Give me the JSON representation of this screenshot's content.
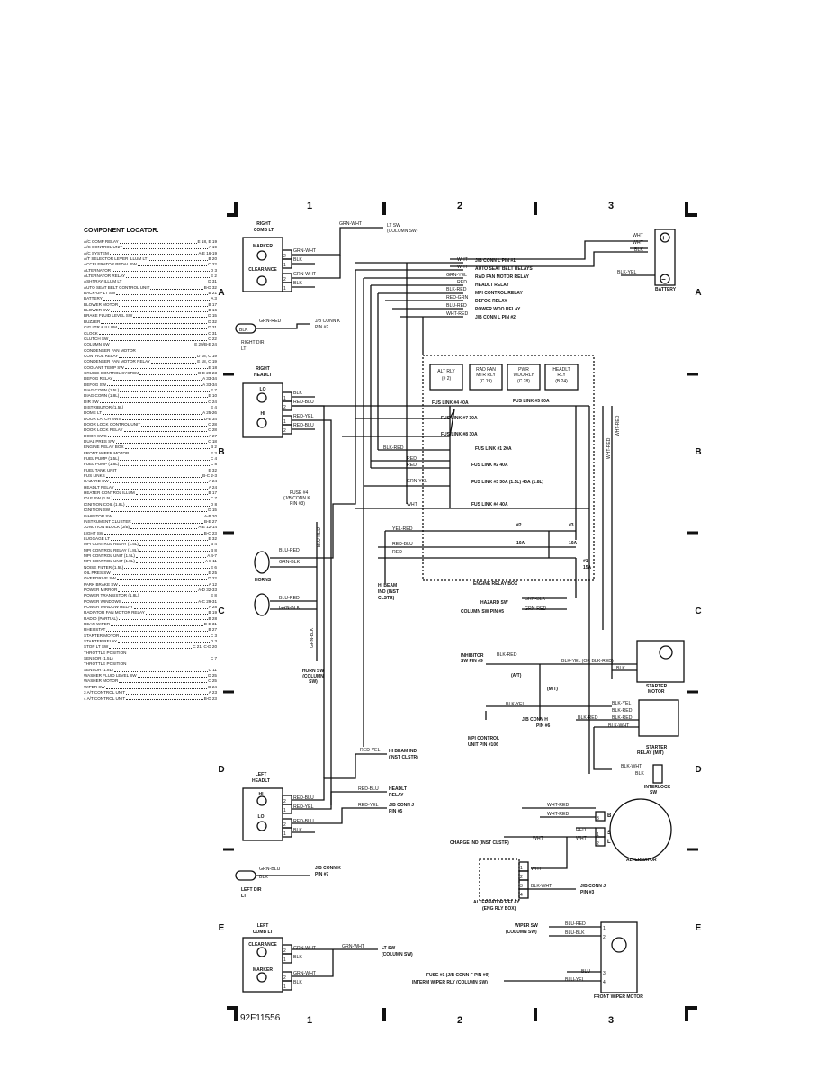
{
  "diagram_code": "92F11556",
  "grid": {
    "columns": [
      "1",
      "2",
      "3"
    ],
    "rows": [
      "A",
      "B",
      "C",
      "D",
      "E"
    ]
  },
  "locator": {
    "title": "COMPONENT LOCATOR:",
    "items": [
      {
        "name": "A/C COMP RELAY",
        "grid": "E 18, E 19"
      },
      {
        "name": "A/C CONTROL UNIT",
        "grid": "A 19"
      },
      {
        "name": "A/C SYSTEM",
        "grid": "A-E 16-19"
      },
      {
        "name": "A/T SELECTOR LEVER ILLUM LT",
        "grid": "B 20"
      },
      {
        "name": "ACCELERATOR PEDAL SW",
        "grid": "C 22"
      },
      {
        "name": "ALTERNATOR",
        "grid": "D 3"
      },
      {
        "name": "ALTERNATOR RELAY",
        "grid": "E 2"
      },
      {
        "name": "ASHTRAY ILLUM LT",
        "grid": "D 31"
      },
      {
        "name": "AUTO SEAT BELT CONTROL UNIT",
        "grid": "B-D 32"
      },
      {
        "name": "BACK-UP LT SW",
        "grid": "B 21"
      },
      {
        "name": "BATTERY",
        "grid": "A 3"
      },
      {
        "name": "BLOWER MOTOR",
        "grid": "B 17"
      },
      {
        "name": "BLOWER SW",
        "grid": "B 16"
      },
      {
        "name": "BRAKE FLUID LEVEL SW",
        "grid": "D 15"
      },
      {
        "name": "BUZZER",
        "grid": "D 32"
      },
      {
        "name": "CIG LTR & ILLUM",
        "grid": "D 31"
      },
      {
        "name": "CLOCK",
        "grid": "C 31"
      },
      {
        "name": "CLUTCH SW",
        "grid": "C 22"
      },
      {
        "name": "COLUMN SW",
        "grid": "E 29/B-E 24"
      },
      {
        "name": "CONDENSER FAN MOTOR",
        "grid": ""
      },
      {
        "name": "  CONTROL RELAY",
        "grid": "D 18, C 19"
      },
      {
        "name": "CONDENSER FAN MOTOR RELAY",
        "grid": "E 18, C 19"
      },
      {
        "name": "COOLANT TEMP SW",
        "grid": "E 18"
      },
      {
        "name": "CRUISE CONTROL SYSTEM",
        "grid": "D-E 20-23"
      },
      {
        "name": "DEFOG RELAY",
        "grid": "A 33-34"
      },
      {
        "name": "DEFOG SW",
        "grid": "A 33-34"
      },
      {
        "name": "DIAG CONN (1.5L)",
        "grid": "E 7"
      },
      {
        "name": "DIAG CONN (1.8L)",
        "grid": "E 10"
      },
      {
        "name": "DIR SW",
        "grid": "C 24"
      },
      {
        "name": "DISTRIBUTOR (1.5L)",
        "grid": "E 4"
      },
      {
        "name": "DOME LT",
        "grid": "A 25-26"
      },
      {
        "name": "DOOR LATCH SWS",
        "grid": "D-E 34"
      },
      {
        "name": "DOOR LOCK CONTROL UNIT",
        "grid": "C 28"
      },
      {
        "name": "DOOR LOCK RELAY",
        "grid": "C 28"
      },
      {
        "name": "DOOR SWS",
        "grid": "A 27"
      },
      {
        "name": "DUAL PRES SW",
        "grid": "C 18"
      },
      {
        "name": "ENGINE RELAY BOX",
        "grid": "B 2"
      },
      {
        "name": "FRONT WIPER MOTOR",
        "grid": "E 3"
      },
      {
        "name": "FUEL PUMP (1.5L)",
        "grid": "C 4"
      },
      {
        "name": "FUEL PUMP (1.8L)",
        "grid": "C 8"
      },
      {
        "name": "FUEL TANK UNIT",
        "grid": "E 32"
      },
      {
        "name": "FUS LINKS",
        "grid": "B-C 2-3"
      },
      {
        "name": "HAZARD SW",
        "grid": "A 24"
      },
      {
        "name": "HEADLT RELAY",
        "grid": "A 24"
      },
      {
        "name": "HEATER CONTROL ILLUM",
        "grid": "B 17"
      },
      {
        "name": "IDLE SW (1.5L)",
        "grid": "C 7"
      },
      {
        "name": "IGNITION COIL (1.8L)",
        "grid": "D 8"
      },
      {
        "name": "IGNITION SW",
        "grid": "D 15"
      },
      {
        "name": "INHIBITOR SW",
        "grid": "A-B 20"
      },
      {
        "name": "INSTRUMENT CLUSTER",
        "grid": "B-E 27"
      },
      {
        "name": "JUNCTION BLOCK (J/B)",
        "grid": "A-E 12-14"
      },
      {
        "name": "LIGHT SW",
        "grid": "B-C 23"
      },
      {
        "name": "LUGGAGE LT",
        "grid": "E 32"
      },
      {
        "name": "MPI CONTROL RELAY (1.5L)",
        "grid": "B 4"
      },
      {
        "name": "MPI CONTROL RELAY (1.8L)",
        "grid": "B 8"
      },
      {
        "name": "MPI CONTROL UNIT (1.5L)",
        "grid": "A 4-7"
      },
      {
        "name": "MPI CONTROL UNIT (1.8L)",
        "grid": "A 8-11"
      },
      {
        "name": "NOISE FILTER (1.5L)",
        "grid": "E 6"
      },
      {
        "name": "OIL PRES SW",
        "grid": "E 25"
      },
      {
        "name": "OVERDRIVE SW",
        "grid": "D 22"
      },
      {
        "name": "PARK BRAKE SW",
        "grid": "A 12"
      },
      {
        "name": "POWER MIRROR",
        "grid": "A-D 32-33"
      },
      {
        "name": "POWER TRANSISTOR (1.8L)",
        "grid": "E 8"
      },
      {
        "name": "POWER WINDOWS",
        "grid": "A-C 29-31"
      },
      {
        "name": "POWER WINDOW RELAY",
        "grid": "A 28"
      },
      {
        "name": "RADIATOR FAN MOTOR RELAY",
        "grid": "B 19"
      },
      {
        "name": "RADIO (PARTIAL)",
        "grid": "B 28"
      },
      {
        "name": "REAR WIPER",
        "grid": "D-E 31"
      },
      {
        "name": "RHEOSTAT",
        "grid": "B 27"
      },
      {
        "name": "STARTER MOTOR",
        "grid": "C 3"
      },
      {
        "name": "STARTER RELAY",
        "grid": "D 3"
      },
      {
        "name": "STOP LT SW",
        "grid": "C 21, C-D 20"
      },
      {
        "name": "THROTTLE POSITION",
        "grid": ""
      },
      {
        "name": "  SENSOR (1.5L)",
        "grid": "C 7"
      },
      {
        "name": "THROTTLE POSITION",
        "grid": ""
      },
      {
        "name": "  SENSOR (1.8L)",
        "grid": "C 11"
      },
      {
        "name": "WASHER FLUID LEVEL SW",
        "grid": "D 25"
      },
      {
        "name": "WASHER MOTOR",
        "grid": "C 25"
      },
      {
        "name": "WIPER SW",
        "grid": "D 24"
      },
      {
        "name": "3 A/T CONTROL UNIT",
        "grid": "A 23"
      },
      {
        "name": "4 A/T CONTROL UNIT",
        "grid": "B-D 23"
      }
    ]
  },
  "components": {
    "right_comb_lt": "RIGHT COMB LT",
    "marker": "MARKER",
    "clearance": "CLEARANCE",
    "lt_sw_col": "LT SW",
    "column_sw_paren": "(COLUMN SW)",
    "jb_conn_k_pin2": "J/B CONN K",
    "pin2": "PIN #2",
    "right_dir_lt": "RIGHT DIR",
    "lt": "LT",
    "right_headlt": "RIGHT HEADLT",
    "lo": "LO",
    "hi": "HI",
    "fuse4": "FUSE #4",
    "jb_conn_k": "(J/B CONN K",
    "pin3": "PIN #3)",
    "horns": "HORNS",
    "horn_sw": "HORN SW",
    "column": "(COLUMN",
    "sw_close": "SW)",
    "battery": "BATTERY",
    "alt_rly": "ALT RLY",
    "alt_rly_num": "(# 2)",
    "rad_fan_rly": "RAD FAN",
    "rad_fan_rly2": "MTR RLY",
    "rad_fan_num": "(C 19)",
    "pwr_wdo_rly": "PWR",
    "pwr_wdo_rly2": "WDO RLY",
    "pwr_wdo_num": "(C 28)",
    "headlt_rly": "HEADLT",
    "headlt_rly2": "RLY",
    "headlt_num": "(B 24)",
    "engine_relay_box": "ENGINE RELAY BOX",
    "hi_beam_ind": "HI BEAM",
    "hi_beam_ind2": "IND (INST",
    "hi_beam_ind3": "CLSTR)",
    "hazard_sw": "HAZARD SW",
    "column_sw_pin5": "COLUMN SW PIN #5",
    "inhibitor_sw": "INHIBITOR",
    "inhibitor_sw2": "SW PIN #9",
    "at": "(A/T)",
    "mt": "(M/T)",
    "starter_motor": "STARTER",
    "starter_motor2": "MOTOR",
    "jb_conn_h": "J/B CONN H",
    "pin6": "PIN #6",
    "mpi_control": "MPI CONTROL",
    "mpi_unit_pin": "UNIT PIN #106",
    "starter_relay": "STARTER",
    "starter_relay2": "RELAY (M/T)",
    "interlock_sw": "INTERLOCK",
    "interlock_sw2": "SW",
    "left_headlt": "LEFT HEADLT",
    "hi_beam_ind_inst": "HI BEAM IND",
    "inst_clstr": "(INST CLSTR)",
    "headlt_relay": "HEADLT",
    "relay": "RELAY",
    "jb_conn_j": "J/B CONN J",
    "pin5": "PIN #5",
    "charge_ind": "CHARGE IND (INST CLSTR)",
    "alternator": "ALTERNATOR",
    "alternator_relay": "ALTERNATOR RELAY",
    "eng_rly_box": "(ENG RLY BOX)",
    "jb_conn_j_pin3": "J/B CONN J",
    "pin3b": "PIN #3",
    "jb_conn_k_pin7": "J/B CONN K",
    "pin7": "PIN #7",
    "left_dir_lt": "LEFT DIR",
    "left_comb_lt": "LEFT COMB LT",
    "wiper_sw": "WIPER SW",
    "wiper_col": "(COLUMN SW)",
    "fuse1": "FUSE #1 (J/B CONN F PIN #9)",
    "interm_wiper": "INTERM WIPER RLY (COLUMN SW)",
    "front_wiper_motor": "FRONT WIPER MOTOR"
  },
  "relay_labels": {
    "jb_conn_l_pin1": "J/B CONN L PIN #1",
    "auto_seat_belt": "AUTO SEAT BELT RELAYS",
    "rad_fan_motor_relay": "RAD FAN MOTOR RELAY",
    "headlt_relay": "HEADLT RELAY",
    "mpi_control_relay": "MPI CONTROL RELAY",
    "defog_relay": "DEFOG RELAY",
    "power_wdo_relay": "POWER WDO RELAY",
    "jb_conn_l_pin2": "J/B CONN L PIN #2"
  },
  "fusible_links": {
    "fl4": "FUS LINK #4 40A",
    "fl5": "FUS LINK #5 80A",
    "fl7": "FUS LINK #7 30A",
    "fl8": "FUS LINK #8 30A",
    "fl1": "FUS LINK #1 20A",
    "fl2": "FUS LINK #2 40A",
    "fl3": "FUS LINK #3 30A (1.5L) 40A (1.8L)",
    "fl4b": "FUS LINK #4 40A",
    "fuse2": "#2",
    "fuse2a": "10A",
    "fuse3": "#3",
    "fuse3a": "10A",
    "fuse1": "#1",
    "fuse1a": "15A"
  },
  "wires": {
    "grn_wht": "GRN-WHT",
    "blk": "BLK",
    "grn_red": "GRN-RED",
    "red_blu": "RED-BLU",
    "red_yel": "RED-YEL",
    "wht": "WHT",
    "grn_yel": "GRN-YEL",
    "red": "RED",
    "blk_red": "BLK-RED",
    "red_grn": "RED-GRN",
    "blu_red": "BLU-RED",
    "wht_red": "WHT-RED",
    "blk_yel": "BLK-YEL",
    "yel_red": "YEL-RED",
    "red_blu2": "RED-BLU",
    "blu_red2": "BLU-RED",
    "grn_blk": "GRN-BLK",
    "blk_yel_or": "BLK-YEL (OR BLK-RED)",
    "blk_wht": "BLK-WHT",
    "grn_blu": "GRN-BLU",
    "blu_blk": "BLU-BLK",
    "blu": "BLU",
    "blu_yel": "BLU-YEL",
    "wht_red2": "WHT-RED"
  },
  "pins": [
    "1",
    "2",
    "3",
    "4",
    "B",
    "S",
    "L"
  ]
}
